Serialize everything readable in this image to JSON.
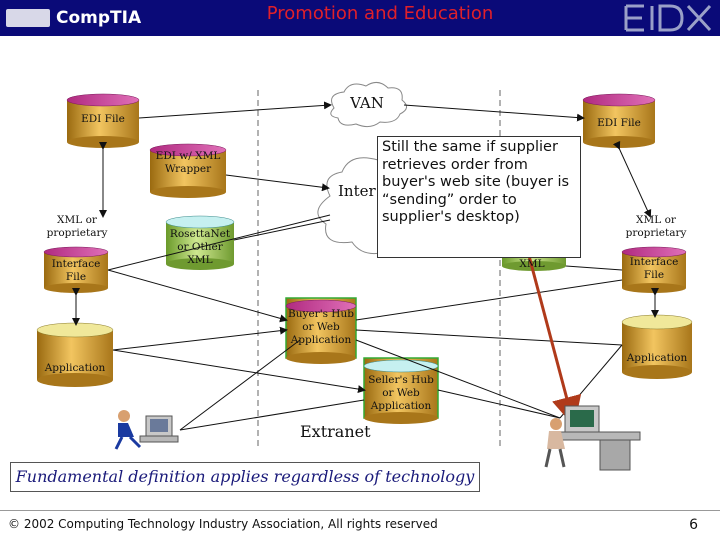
{
  "header": {
    "logo_left_text": "CompTIA",
    "title": "Promotion and Education",
    "logo_right_text": "EIDX",
    "bg_color": "#0a0a78",
    "title_color": "#e0202a"
  },
  "diagram": {
    "van_label": "VAN",
    "internet_label": "Inter",
    "extranet_label": "Extranet",
    "left": {
      "edi_file": "EDI File",
      "edi_xml_wrapper": "EDI w/ XML Wrapper",
      "xml_or_proprietary": "XML or proprietary",
      "rosettanet": "RosettaNet or Other XML",
      "interface_file": "Interface File",
      "application": "Application"
    },
    "right": {
      "edi_file": "EDI File",
      "xml": "XML",
      "xml_or_proprietary": "XML or proprietary",
      "interface_file": "Interface File",
      "application": "Application"
    },
    "buyers_hub": "Buyer's Hub or Web Application",
    "sellers_hub": "Seller's Hub or Web Application",
    "note": "Still the same if supplier retrieves order from buyer's web site (buyer is “sending” order to supplier's desktop)",
    "fundamental": "Fundamental definition applies regardless of technology"
  },
  "footer": {
    "copyright": "© 2002 Computing Technology Industry Association, All rights reserved",
    "page_number": "6"
  }
}
